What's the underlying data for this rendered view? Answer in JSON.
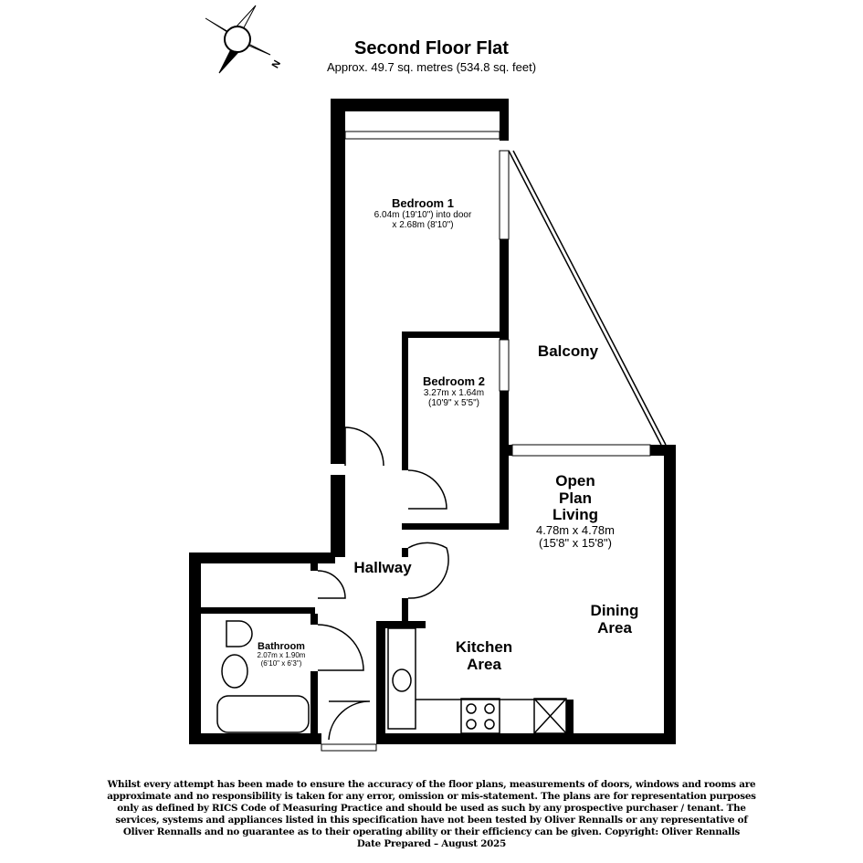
{
  "header": {
    "title": "Second Floor Flat",
    "subtitle": "Approx. 49.7 sq. metres (534.8 sq. feet)",
    "compass_label": "N"
  },
  "rooms": {
    "bedroom1": {
      "name": "Bedroom 1",
      "dim1": "6.04m (19'10\") into door",
      "dim2": "x 2.68m (8'10\")"
    },
    "bedroom2": {
      "name": "Bedroom 2",
      "dim1": "3.27m x 1.64m",
      "dim2": "(10'9\" x 5'5\")"
    },
    "balcony": {
      "name": "Balcony"
    },
    "living": {
      "name1": "Open",
      "name2": "Plan",
      "name3": "Living",
      "dim1": "4.78m x 4.78m",
      "dim2": "(15'8\" x 15'8\")"
    },
    "dining": {
      "name1": "Dining",
      "name2": "Area"
    },
    "kitchen": {
      "name1": "Kitchen",
      "name2": "Area"
    },
    "hallway": {
      "name": "Hallway"
    },
    "bathroom": {
      "name": "Bathroom",
      "dim1": "2.07m x 1.90m",
      "dim2": "(6'10\" x 6'3\")"
    }
  },
  "disclaimer": {
    "text": "Whilst every attempt has been made to ensure the accuracy of the floor plans, measurements of doors, windows and rooms are approximate and no responsibility is taken for any error, omission or mis-statement. The plans are for representation purposes only as defined by RICS Code of Measuring Practice and should be used as such by any prospective purchaser / tenant. The services, systems and appliances listed in this specification have not been tested by Oliver Rennalls or any representative of Oliver Rennalls and no guarantee as to their operating ability or their efficiency can be given. Copyright: Oliver Rennalls",
    "date": "Date Prepared – August 2025"
  }
}
